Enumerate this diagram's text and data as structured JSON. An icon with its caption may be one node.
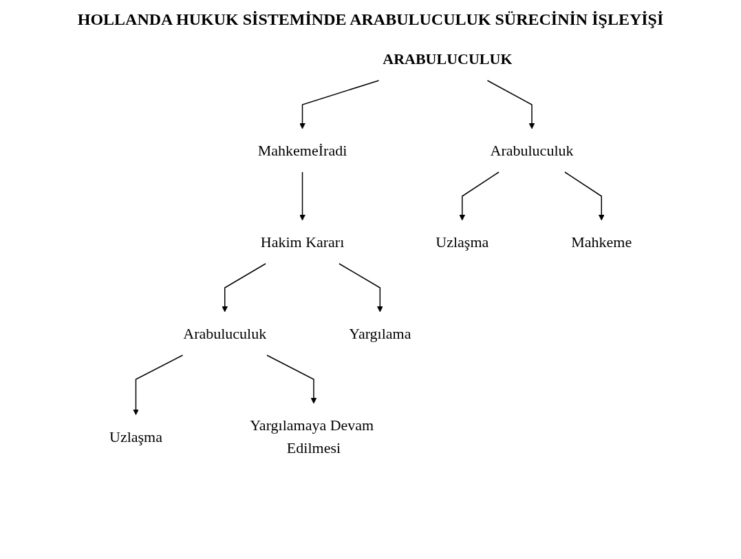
{
  "diagram": {
    "title": "HOLLANDA HUKUK SİSTEMİNDE ARABULUCULUK SÜRECİNİN İŞLEYİŞİ",
    "nodes": [
      {
        "text": [
          "ARABULUCULUK"
        ]
      },
      {
        "text": [
          "Mahkemeİradi"
        ]
      },
      {
        "text": [
          "Arabuluculuk"
        ]
      },
      {
        "text": [
          "Hakim Kararı"
        ]
      },
      {
        "text": [
          "Uzlaşma"
        ]
      },
      {
        "text": [
          "Mahkeme"
        ]
      },
      {
        "text": [
          "Arabuluculuk"
        ]
      },
      {
        "text": [
          "Yargılama"
        ]
      },
      {
        "text": [
          "Uzlaşma"
        ]
      },
      {
        "text": [
          "Yargılamaya Devam Edilmesi"
        ]
      }
    ],
    "edges": [
      {
        "from": 0,
        "to": 1,
        "arrow": "to"
      },
      {
        "from": 0,
        "to": 2,
        "arrow": "to"
      },
      {
        "from": 1,
        "to": 3,
        "arrow": "to"
      },
      {
        "from": 2,
        "to": 4,
        "arrow": "to"
      },
      {
        "from": 2,
        "to": 5,
        "arrow": "to"
      },
      {
        "from": 3,
        "to": 6,
        "arrow": "to"
      },
      {
        "from": 3,
        "to": 7,
        "arrow": "to"
      },
      {
        "from": 6,
        "to": 8,
        "arrow": "to"
      },
      {
        "from": 6,
        "to": 9,
        "arrow": "to"
      }
    ]
  }
}
